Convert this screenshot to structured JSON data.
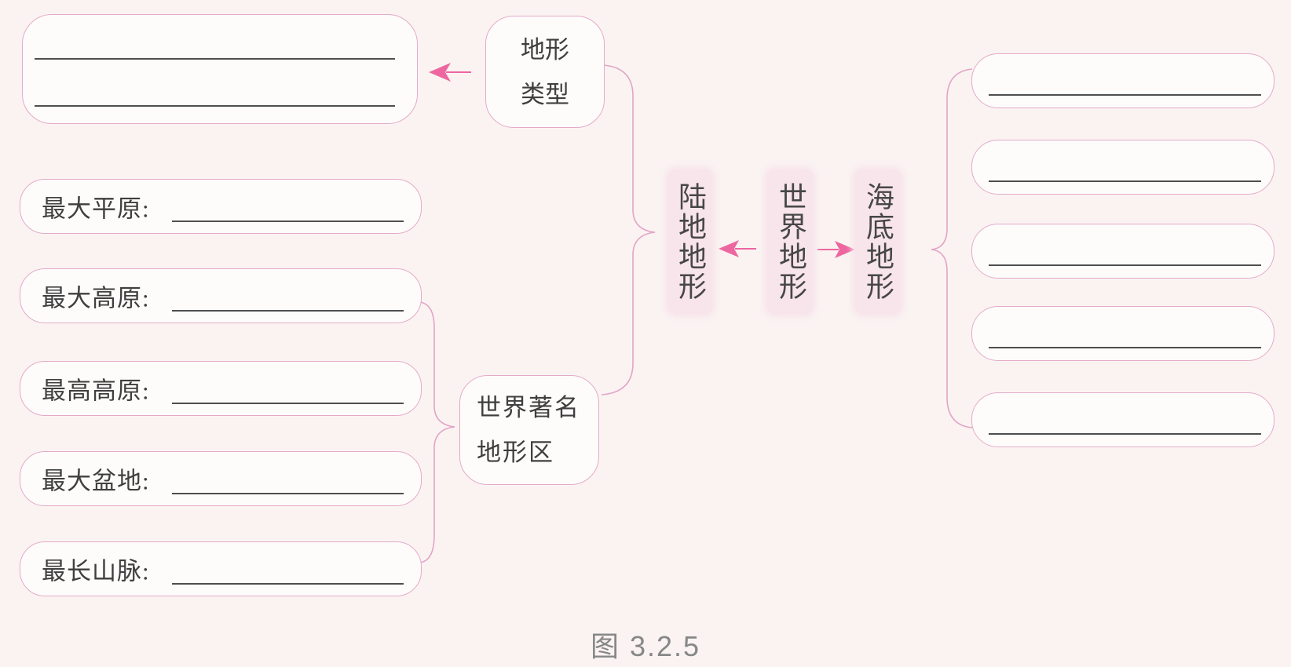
{
  "page": {
    "caption": "图 3.2.5"
  },
  "root": {
    "label": "世界地形"
  },
  "branches": {
    "land": {
      "label": "陆地地形"
    },
    "seabed": {
      "label": "海底地形"
    }
  },
  "land": {
    "type_node": {
      "line1": "地形",
      "line2": "类型"
    },
    "type_detail_blank_lines": 2,
    "famous_node": {
      "line1": "世界著名",
      "line2": "地形区"
    },
    "famous_items": [
      {
        "label": "最大平原:"
      },
      {
        "label": "最大高原:"
      },
      {
        "label": "最高高原:"
      },
      {
        "label": "最大盆地:"
      },
      {
        "label": "最长山脉:"
      }
    ]
  },
  "seabed": {
    "blank_box_count": 5
  },
  "colors": {
    "border_pink": "#e4abc9",
    "arrow_pink": "#ee66a0",
    "highlight_pink": "#f8e4eb",
    "blank_line_gray": "#4e4e4e",
    "text_dark": "#3f3f3f",
    "caption_gray": "#878787",
    "background": "#faf3f2"
  }
}
